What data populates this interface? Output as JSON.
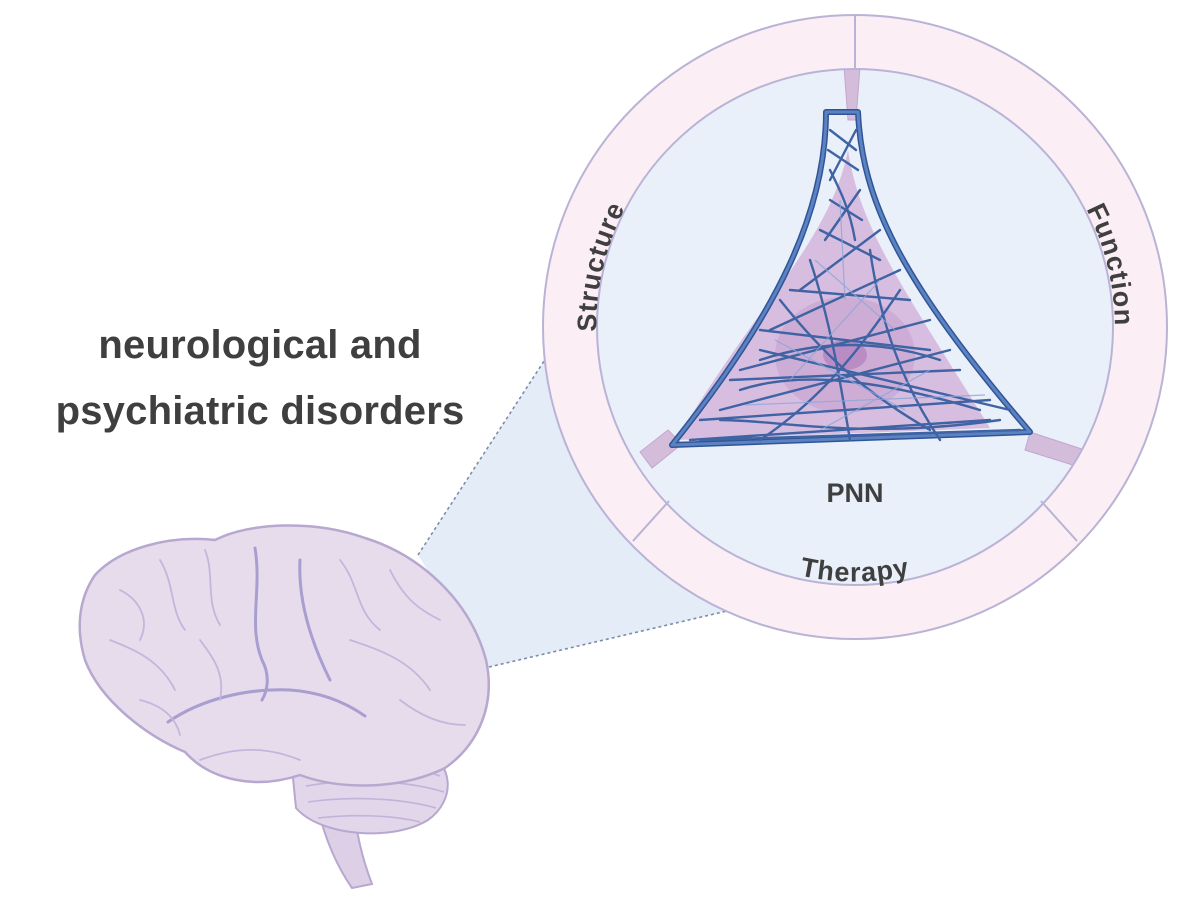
{
  "heading": {
    "line1": "neurological and",
    "line2": "psychiatric disorders"
  },
  "ring": {
    "segments": [
      "Structure",
      "Function",
      "Therapy"
    ],
    "center_label": "PNN"
  },
  "icons": [
    "brain-icon",
    "neuron-icon",
    "perineuronal-net-icon"
  ],
  "colors": {
    "text": "#3f3f3f",
    "ring_fill": "#fbeef5",
    "ring_stroke": "#b9b3d6",
    "inner_disc": "#e9f0fa",
    "zoom_cone": "#e4edf7",
    "net": "#3f63a3",
    "neuron": "#c6a3cc",
    "brain": "#e7dcec"
  }
}
